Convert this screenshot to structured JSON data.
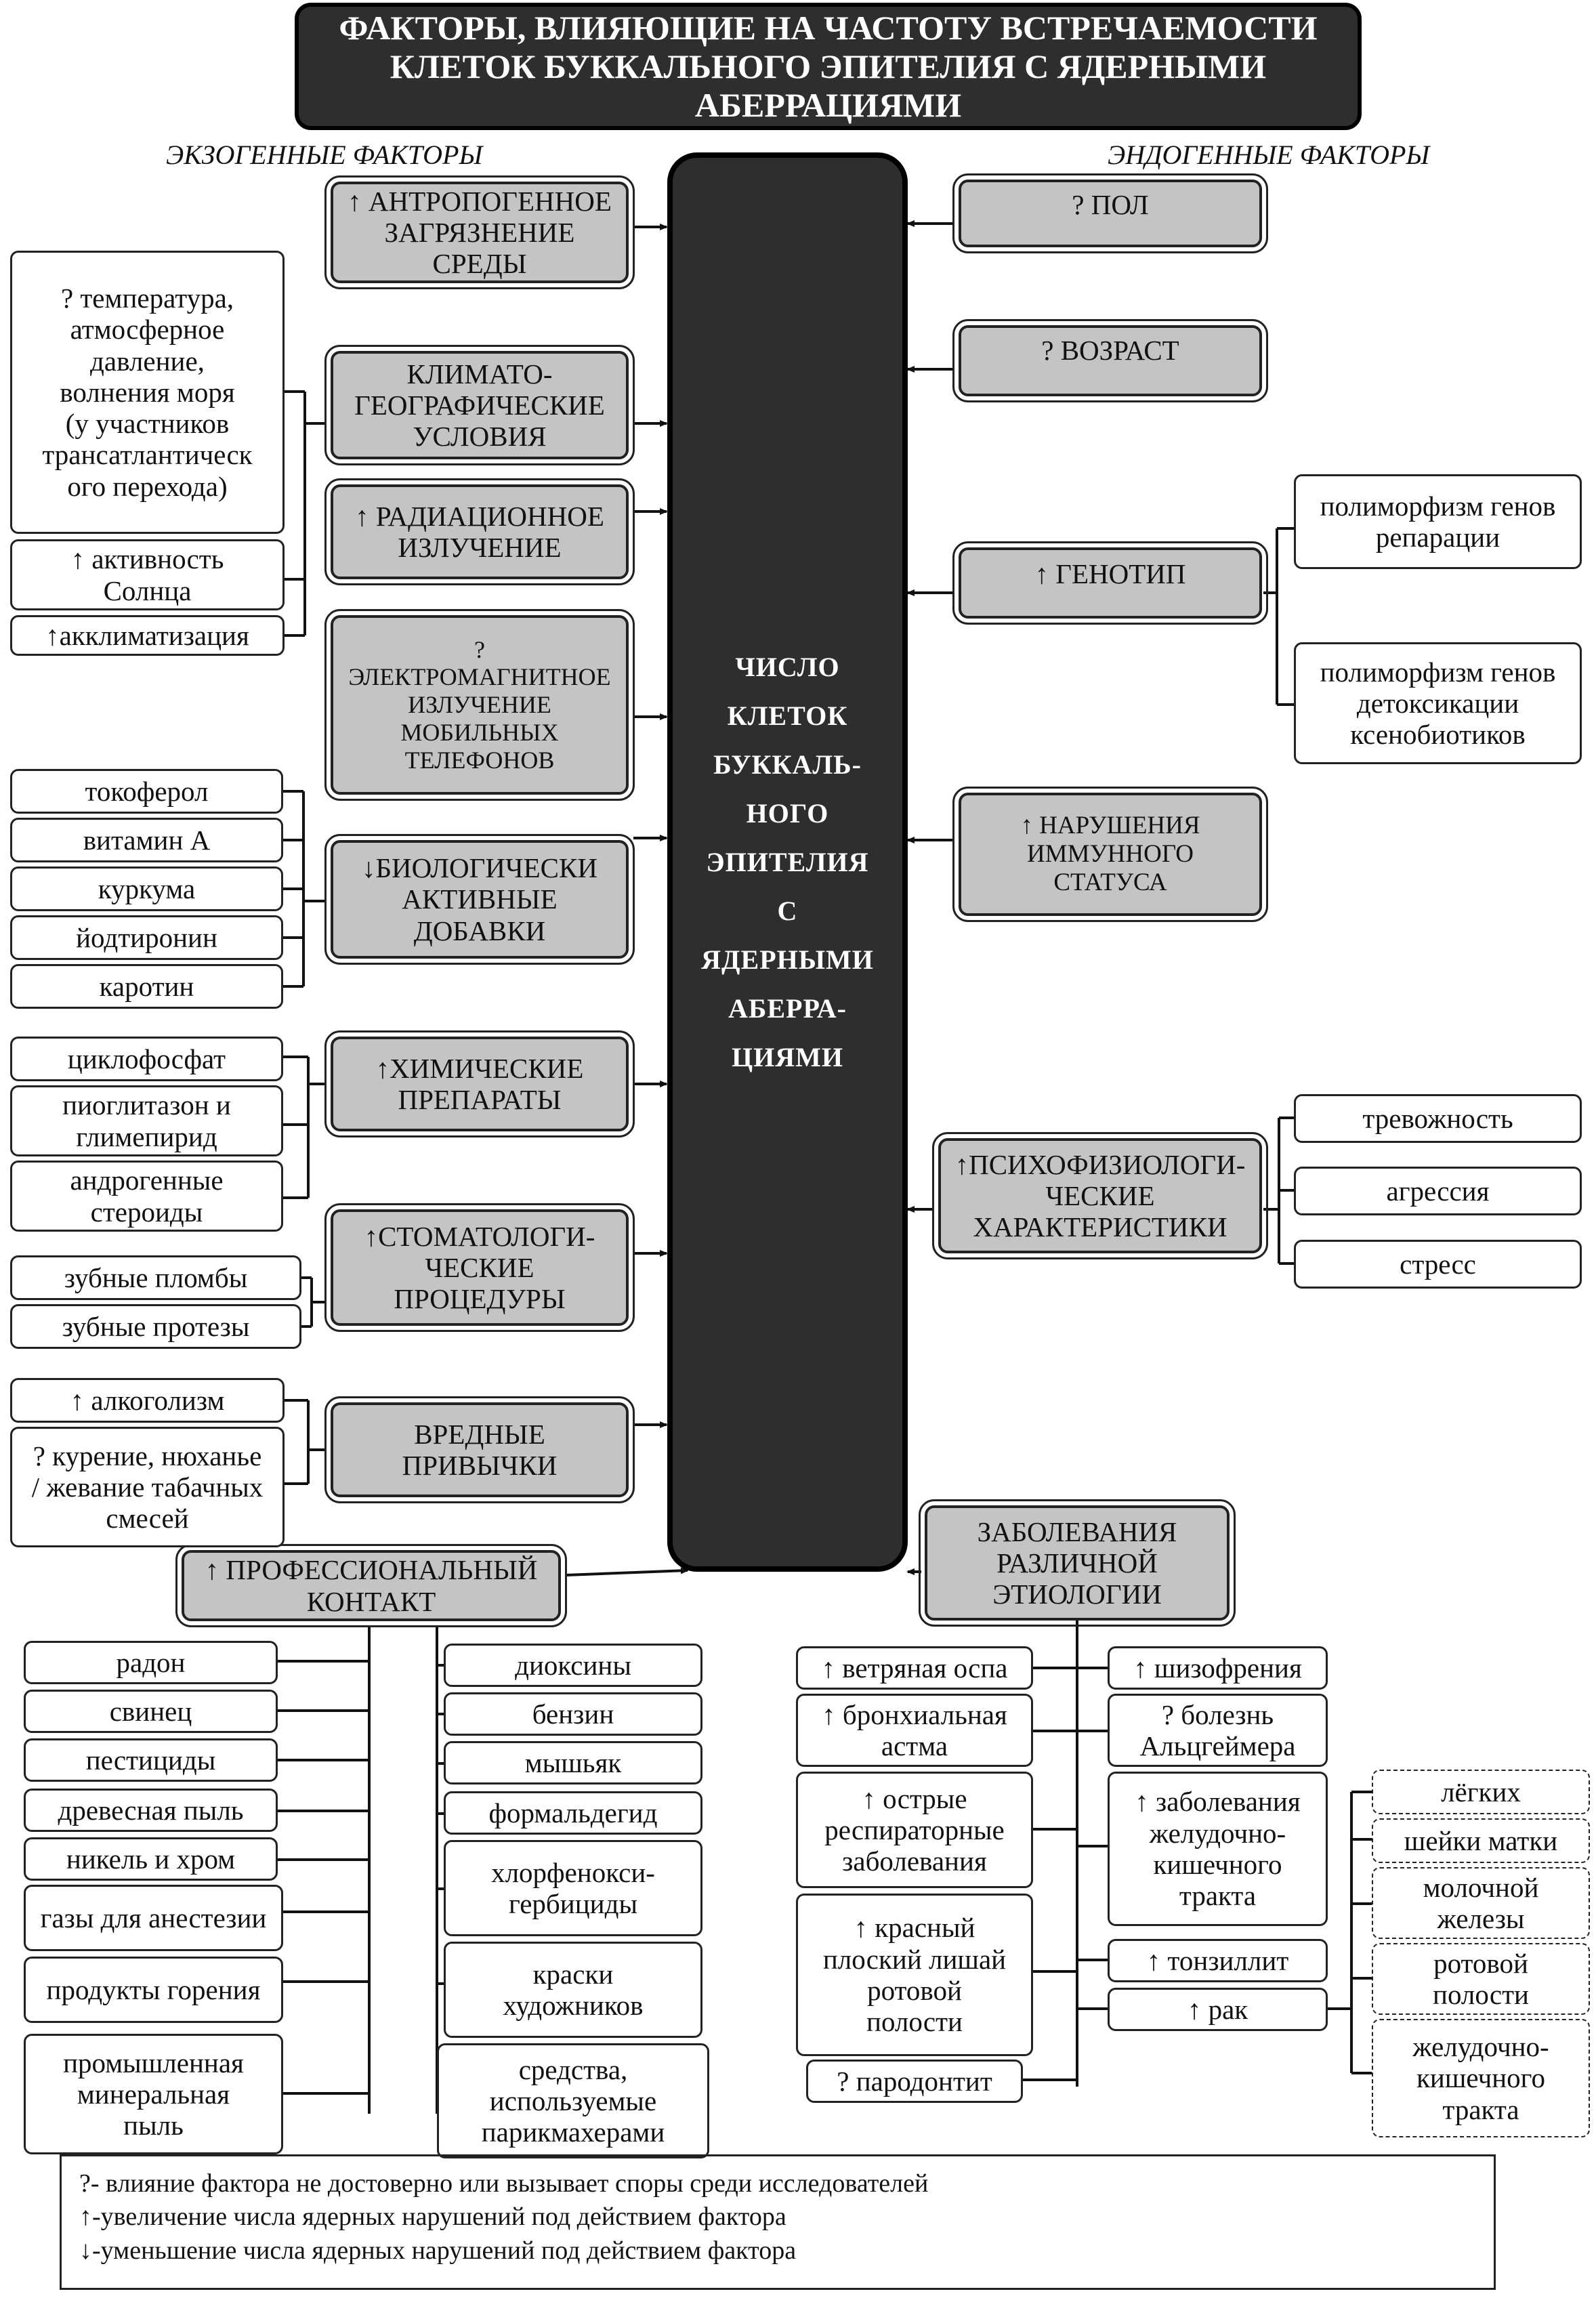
{
  "title": "ФАКТОРЫ, ВЛИЯЮЩИЕ НА ЧАСТОТУ ВСТРЕЧАЕМОСТИ\nКЛЕТОК БУККАЛЬНОГО ЭПИТЕЛИЯ С ЯДЕРНЫМИ\nАБЕРРАЦИЯМИ",
  "exo_label": "ЭКЗОГЕННЫЕ ФАКТОРЫ",
  "endo_label": "ЭНДОГЕННЫЕ ФАКТОРЫ",
  "center": "ЧИСЛО\nКЛЕТОК\nБУККАЛЬ-\nНОГО\nЭПИТЕЛИЯ\nС\nЯДЕРНЫМИ\nАБЕРРА-\nЦИЯМИ",
  "exo": {
    "anthro": "↑ АНТРОПОГЕННОЕ\nЗАГРЯЗНЕНИЕ\nСРЕДЫ",
    "climate": "КЛИМАТО-\nГЕОГРАФИЧЕСКИЕ\nУСЛОВИЯ",
    "climate_items": [
      "? температура,\nатмосферное\nдавление,\nволнения моря\n(у участников\nтрансатлантическ\nого перехода)",
      "↑ активность\nСолнца",
      "↑акклиматизация"
    ],
    "radiation": "↑ РАДИАЦИОННОЕ\nИЗЛУЧЕНИЕ",
    "emf": "?\nЭЛЕКТРОМАГНИТНОЕ\nИЗЛУЧЕНИЕ\nМОБИЛЬНЫХ\nТЕЛЕФОНОВ",
    "bio": "↓БИОЛОГИЧЕСКИ\nАКТИВНЫЕ\nДОБАВКИ",
    "bio_items": [
      "токоферол",
      "витамин А",
      "куркума",
      "йодтиронин",
      "каротин"
    ],
    "chem": "↑ХИМИЧЕСКИЕ\nПРЕПАРАТЫ",
    "chem_items": [
      "циклофосфат",
      "пиоглитазон и\nглимепирид",
      "андрогенные\nстероиды"
    ],
    "dental": "↑СТОМАТОЛОГИ-\nЧЕСКИЕ\nПРОЦЕДУРЫ",
    "dental_items": [
      "зубные пломбы",
      "зубные протезы"
    ],
    "habits": "ВРЕДНЫЕ\nПРИВЫЧКИ",
    "habit_items": [
      "↑ алкоголизм",
      "? курение, нюханье\n/ жевание табачных\nсмесей"
    ],
    "prof": "↑ ПРОФЕССИОНАЛЬНЫЙ\nКОНТАКТ",
    "prof_left": [
      "радон",
      "свинец",
      "пестициды",
      "древесная пыль",
      "никель и хром",
      "газы для анестезии",
      "продукты горения",
      "промышленная\nминеральная\nпыль"
    ],
    "prof_right": [
      "диоксины",
      "бензин",
      "мышьяк",
      "формальдегид",
      "хлорфенокси-\nгербициды",
      "краски\nхудожников",
      "средства,\nиспользуемые\nпарикмахерами"
    ]
  },
  "endo": {
    "sex": "?  ПОЛ",
    "age": "?  ВОЗРАСТ",
    "genotype": "↑ ГЕНОТИП",
    "genotype_items": [
      "полиморфизм генов\nрепарации",
      "полиморфизм генов\nдетоксикации\nксенобиотиков"
    ],
    "immune": "↑  НАРУШЕНИЯ\nИММУННОГО\nСТАТУСА",
    "psycho": "↑ПСИХОФИЗИОЛОГИ-\nЧЕСКИЕ\nХАРАКТЕРИСТИКИ",
    "psycho_items": [
      "тревожность",
      "агрессия",
      "стресс"
    ],
    "diseases": "ЗАБОЛЕВАНИЯ\nРАЗЛИЧНОЙ\nЭТИОЛОГИИ",
    "dis_left": [
      "↑ ветряная оспа",
      "↑ бронхиальная\nастма",
      "↑ острые\nреспираторные\nзаболевания",
      "↑ красный\nплоский лишай\nротовой\nполости",
      "? пародонтит"
    ],
    "dis_right": [
      "↑ шизофрения",
      "? болезнь\nАльцгеймера",
      "↑ заболевания\nжелудочно-\nкишечного\nтракта",
      "↑ тонзиллит",
      "↑ рак"
    ],
    "cancer_items": [
      "лёгких",
      "шейки матки",
      "молочной\nжелезы",
      "ротовой\nполости",
      "желудочно-\nкишечного\nтракта"
    ]
  },
  "legend": [
    "?- влияние фактора не достоверно или вызывает споры среди исследователей",
    "↑-увеличение числа ядерных нарушений под действием фактора",
    "↓-уменьшение числа ядерных нарушений под действием фактора"
  ]
}
